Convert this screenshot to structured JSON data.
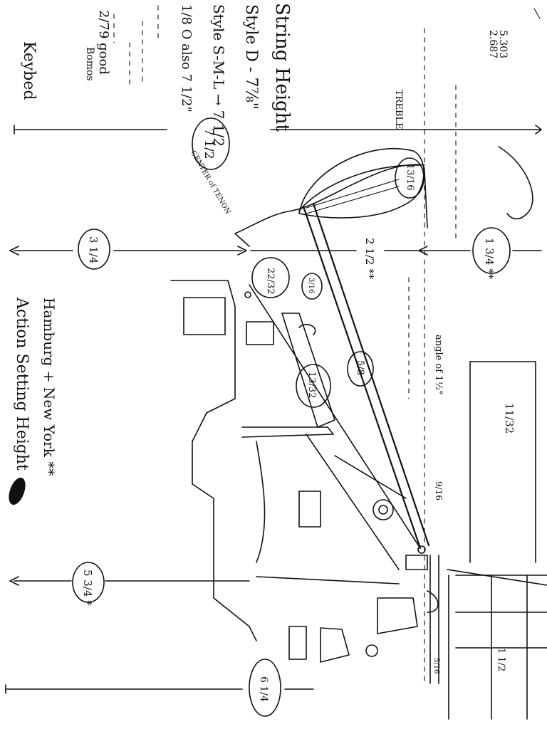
{
  "header": {
    "title": "String Height",
    "style_d": "Style D - 7⅞\"",
    "style_sml": "Style S-M-L → 7 1/2",
    "style_o": "1/8 O also 7 1/2\"",
    "note_date": "2/79 good",
    "note_bomos": "Bomos",
    "center_of_tenon": "CENTER of TENON",
    "corner_code_1": "5.303",
    "corner_code_2": "2.687"
  },
  "labels": {
    "keybed": "Keybed",
    "treble": "TREBLE",
    "hamburg": "Hamburg + New York **",
    "action_setting": "Action Setting Height",
    "angle_of": "angle of 1½°"
  },
  "dimensions": {
    "d_7_half": "7 1/2",
    "d_13_16": "13/16",
    "d_3_1_4": "3 1/4",
    "d_1_3_4": "1 3/4 **",
    "d_2_half": "2 1/2 **",
    "d_22_32": "22/32",
    "d_3_16": "3/16",
    "d_5_8": "5/8",
    "d_13_32": "13/32",
    "d_11_32": "11/32",
    "d_9_16": "9/16",
    "d_1_half": "1 1/2",
    "d_5_3_4": "5 3/4 *",
    "d_6_1_4": "6 1/4",
    "d_5_16": "5/16"
  }
}
